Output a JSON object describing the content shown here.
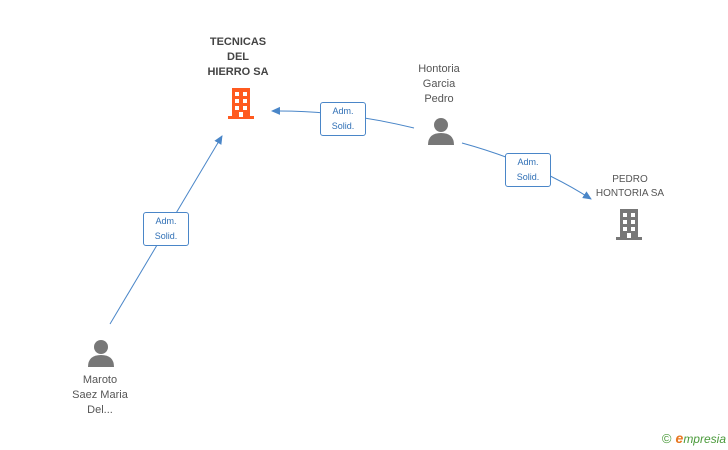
{
  "nodes": {
    "company_main": {
      "lines": [
        "TECNICAS",
        "DEL",
        "HIERRO SA"
      ],
      "icon": "building-icon",
      "color": "#ff5a1f"
    },
    "person_hontoria": {
      "lines": [
        "Hontoria",
        "Garcia",
        "Pedro"
      ],
      "icon": "person-icon",
      "color": "#777777"
    },
    "company_pedro": {
      "lines": [
        "PEDRO",
        "HONTORIA SA"
      ],
      "icon": "building-icon",
      "color": "#777777"
    },
    "person_maroto": {
      "lines": [
        "Maroto",
        "Saez Maria",
        "Del..."
      ],
      "icon": "person-icon",
      "color": "#777777"
    }
  },
  "edges": [
    {
      "from": "person_hontoria",
      "to": "company_main",
      "label": [
        "Adm.",
        "Solid."
      ]
    },
    {
      "from": "person_hontoria",
      "to": "company_pedro",
      "label": [
        "Adm.",
        "Solid."
      ]
    },
    {
      "from": "person_maroto",
      "to": "company_main",
      "label": [
        "Adm.",
        "Solid."
      ]
    }
  ],
  "colors": {
    "edge": "#4a86c8",
    "accent": "#ff5a1f"
  },
  "brand": {
    "copyright": "©",
    "initial": "e",
    "name": "mpresia"
  }
}
